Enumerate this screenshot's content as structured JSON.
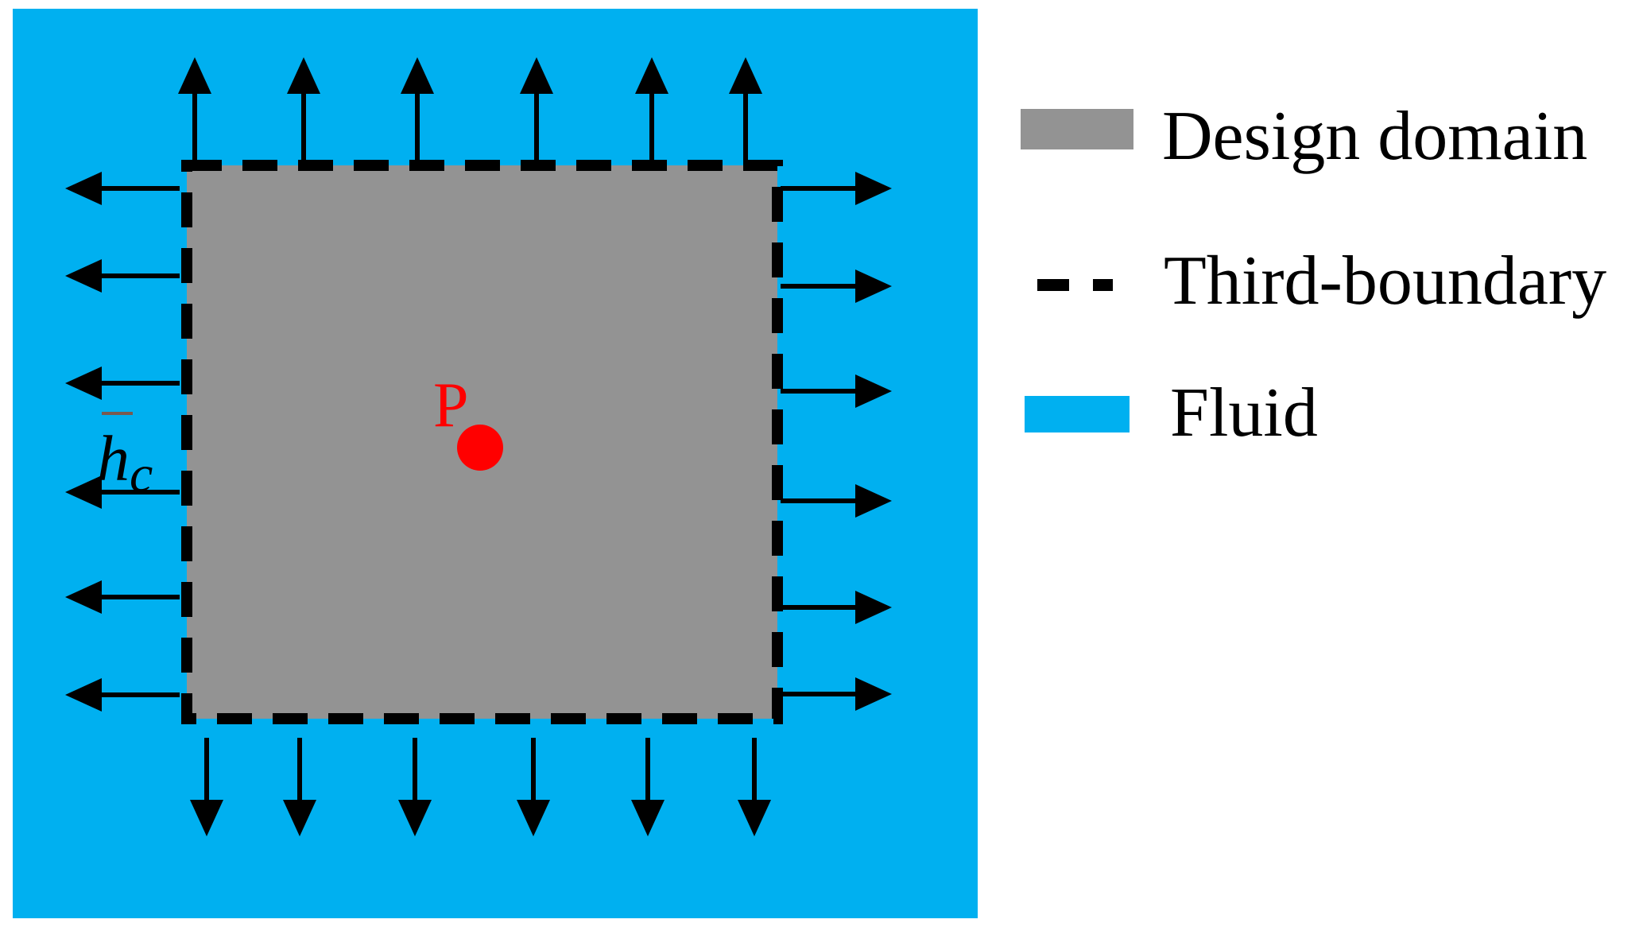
{
  "diagram": {
    "point_label": "P",
    "boundary_label": {
      "symbol": "h",
      "subscript": "c",
      "overbar": true
    },
    "colors": {
      "fluid": "#00b0f0",
      "design_domain": "#939393",
      "boundary": "#000000",
      "point": "#ff0000"
    }
  },
  "legend": {
    "items": [
      {
        "label": "Design domain",
        "swatch": "gray-rect"
      },
      {
        "label": "Third-boundary",
        "swatch": "dashed-line"
      },
      {
        "label": "Fluid",
        "swatch": "blue-rect"
      }
    ]
  }
}
